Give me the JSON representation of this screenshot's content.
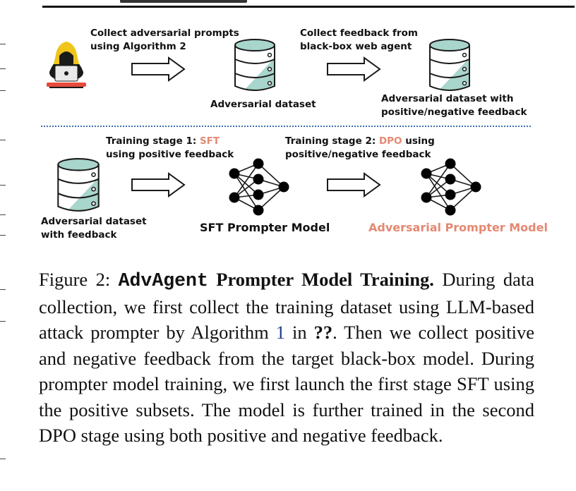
{
  "figure": {
    "row1": {
      "label_collect_prompts": [
        "Collect adversarial prompts",
        "using Algorithm 2"
      ],
      "label_collect_feedback": [
        "Collect feedback from",
        "black-box web agent"
      ],
      "label_adv_dataset": "Adversarial dataset",
      "label_adv_dataset_feedback": [
        "Adversarial dataset with",
        "positive/negative feedback"
      ]
    },
    "row2": {
      "stage1": {
        "prefix": "Training stage 1: ",
        "accent": "SFT",
        "line2": "using positive feedback"
      },
      "stage2": {
        "prefix": "Training stage 2: ",
        "accent": "DPO",
        "suffix": " using",
        "line2": "positive/negative feedback"
      },
      "label_dataset_feedback": [
        "Adversarial dataset",
        "with feedback"
      ],
      "sft_model": "SFT Prompter Model",
      "adv_model": "Adversarial Prompter Model"
    },
    "colors": {
      "accent": "#e58872",
      "db_fill": "#a8d5cc",
      "separator": "#3a6db0"
    },
    "icons": [
      "hacker-icon",
      "database-icon",
      "arrow-right-icon",
      "neural-network-icon"
    ]
  },
  "caption": {
    "prefix": "Figure 2: ",
    "code_name": "AdvAgent",
    "title": " Prompter Model Training.",
    "body_1": " During data collection, we first collect the training dataset using LLM-based attack prompter by Algorithm ",
    "ref_1": "1",
    "body_2": " in ",
    "ref_2": "??",
    "body_3": ". Then we collect positive and negative feedback from the target black-box model. During prompter model training, we first launch the first stage SFT using the positive subsets. The model is further trained in the second DPO stage using both positive and negative feedback."
  }
}
